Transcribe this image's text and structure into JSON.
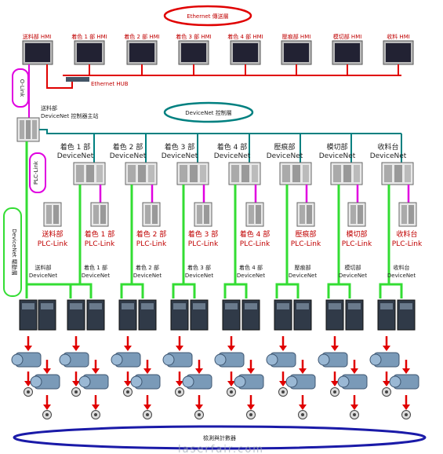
{
  "ethernet_layer": {
    "label": "Ethernet 傳送層"
  },
  "hmi_labels": [
    "送料部 HMI",
    "着色 1 部 HMI",
    "着色 2 部 HMI",
    "着色 3 部 HMI",
    "着色 4 部 HMI",
    "壓痕部 HMI",
    "模切部 HMI",
    "收料 HMI"
  ],
  "hub_label": "Ethernet HUB",
  "olink_label": "O-Link",
  "master_label": [
    "送料部",
    "DeviceNet 控制器主站"
  ],
  "devicenet_ctrl_layer": {
    "label": "DeviceNet 控制層"
  },
  "plc_link_vertical": "PLC-Link",
  "devicenet_drive_layer": "DeviceNet 驅動層",
  "slave_labels": [
    [
      "着色 1 部",
      "DeviceNet"
    ],
    [
      "着色 2 部",
      "DeviceNet"
    ],
    [
      "着色 3 部",
      "DeviceNet"
    ],
    [
      "着色 4 部",
      "DeviceNet"
    ],
    [
      "壓痕部",
      "DeviceNet"
    ],
    [
      "模切部",
      "DeviceNet"
    ],
    [
      "收料台",
      "DeviceNet"
    ]
  ],
  "plc_link_labels": [
    [
      "送料部",
      "PLC-Link"
    ],
    [
      "着色 1 部",
      "PLC-Link"
    ],
    [
      "着色 2 部",
      "PLC-Link"
    ],
    [
      "着色 3 部",
      "PLC-Link"
    ],
    [
      "着色 4 部",
      "PLC-Link"
    ],
    [
      "壓痕部",
      "PLC-Link"
    ],
    [
      "模切部",
      "PLC-Link"
    ],
    [
      "收料台",
      "PLC-Link"
    ]
  ],
  "drive_group_labels": [
    [
      "送料部",
      "DeviceNet"
    ],
    [
      "着色 1 部",
      "DeviceNet"
    ],
    [
      "着色 2 部",
      "DeviceNet"
    ],
    [
      "着色 3 部",
      "DeviceNet"
    ],
    [
      "着色 4 部",
      "DeviceNet"
    ],
    [
      "壓痕部",
      "DeviceNet"
    ],
    [
      "模切部",
      "DeviceNet"
    ],
    [
      "收料台",
      "DeviceNet"
    ]
  ],
  "bottom_layer": {
    "label": "檢測與計數器"
  },
  "watermark": "laserfair.com",
  "colors": {
    "red": "#e00000",
    "teal": "#008080",
    "green": "#33dd33",
    "magenta": "#e000e0",
    "blue": "#1a1aa8",
    "screen": "#222233"
  }
}
